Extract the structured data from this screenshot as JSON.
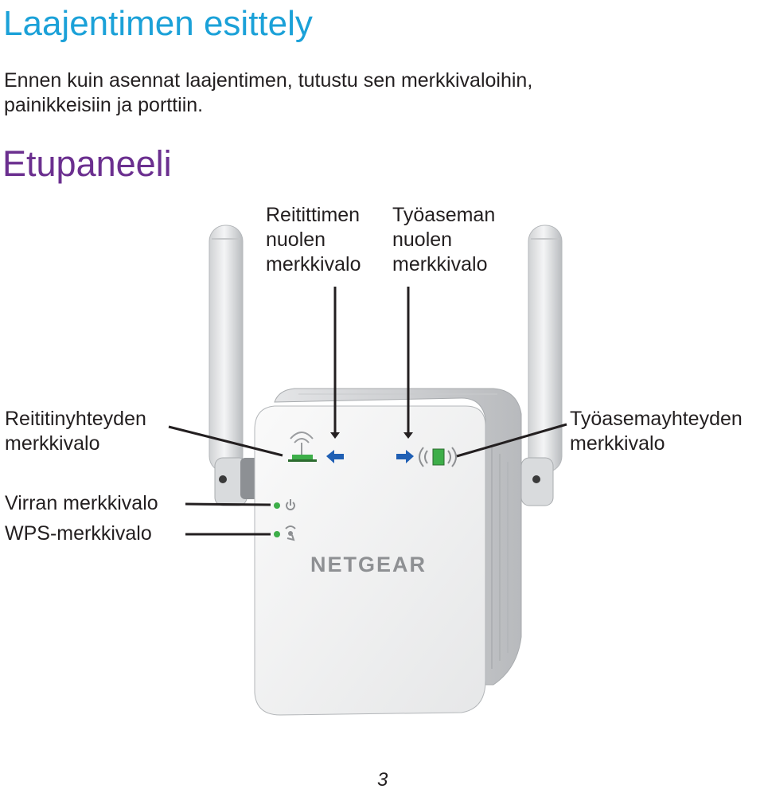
{
  "title": "Laajentimen esittely",
  "intro": {
    "line1": "Ennen kuin asennat laajentimen, tutustu sen merkkivaloihin,",
    "line2": "painikkeisiin ja porttiin."
  },
  "section_title": "Etupaneeli",
  "callouts": {
    "router_arrow": [
      "Reitittimen",
      "nuolen",
      "merkkivalo"
    ],
    "client_arrow": [
      "Työaseman",
      "nuolen",
      "merkkivalo"
    ],
    "router_link": [
      "Reititinyhteyden",
      "merkkivalo"
    ],
    "client_link": [
      "Työasemayhteyden",
      "merkkivalo"
    ],
    "power": "Virran merkkivalo",
    "wps": "WPS-merkkivalo"
  },
  "device": {
    "brand": "NETGEAR"
  },
  "colors": {
    "heading_blue": "#1ba1d8",
    "section_purple": "#6b2f8f",
    "led_green": "#3dae49",
    "arrow_blue": "#1f5fb4"
  },
  "page_number": "3"
}
